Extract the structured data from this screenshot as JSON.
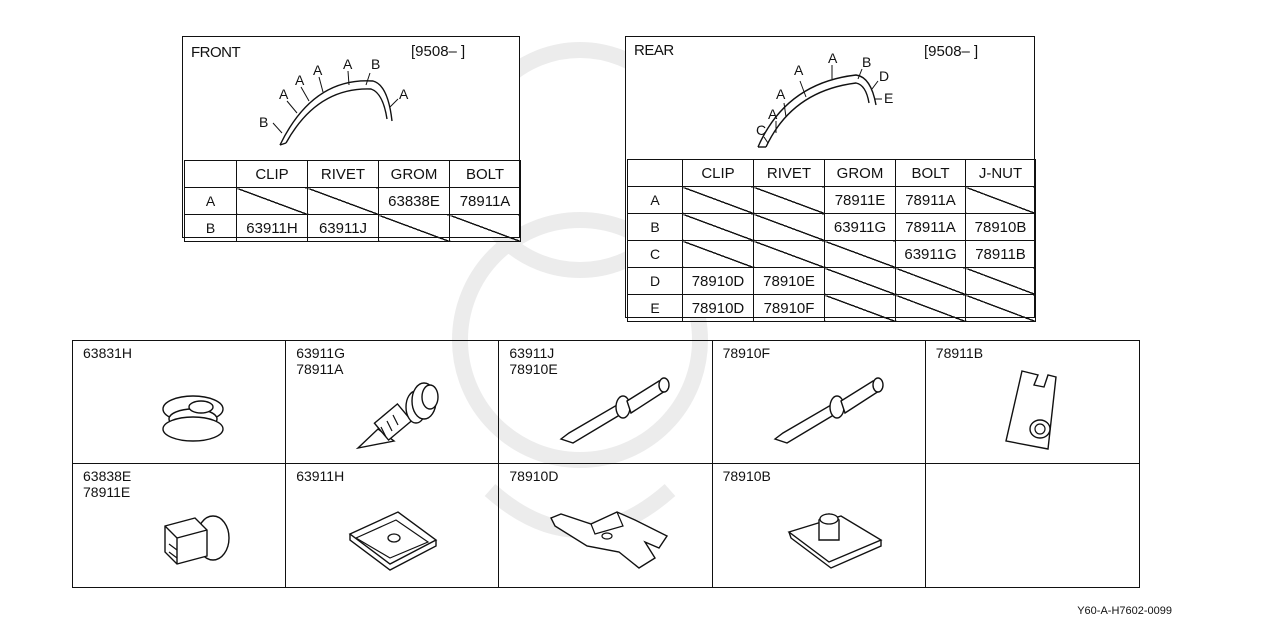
{
  "front": {
    "title": "FRONT",
    "date": "[9508–       ]",
    "columns": [
      "",
      "CLIP",
      "RIVET",
      "GROM",
      "BOLT"
    ],
    "rows": [
      {
        "label": "A",
        "cells": [
          null,
          null,
          "63838E",
          "78911A"
        ]
      },
      {
        "label": "B",
        "cells": [
          "63911H",
          "63911J",
          null,
          null
        ]
      }
    ],
    "callouts": [
      "B",
      "A",
      "A",
      "A",
      "A",
      "B",
      "A"
    ]
  },
  "rear": {
    "title": "REAR",
    "date": "[9508–       ]",
    "columns": [
      "",
      "CLIP",
      "RIVET",
      "GROM",
      "BOLT",
      "J-NUT"
    ],
    "rows": [
      {
        "label": "A",
        "cells": [
          null,
          null,
          "78911E",
          "78911A",
          null
        ]
      },
      {
        "label": "B",
        "cells": [
          null,
          null,
          "63911G",
          "78911A",
          "78910B"
        ]
      },
      {
        "label": "C",
        "cells": [
          null,
          null,
          null,
          "63911G",
          "78911B"
        ]
      },
      {
        "label": "D",
        "cells": [
          "78910D",
          "78910E",
          null,
          null,
          null
        ]
      },
      {
        "label": "E",
        "cells": [
          "78910D",
          "78910F",
          null,
          null,
          null
        ]
      }
    ],
    "callouts": [
      "C",
      "A",
      "A",
      "A",
      "A",
      "B",
      "D",
      "E"
    ]
  },
  "parts": [
    {
      "numbers": [
        "63831H"
      ],
      "icon": "grommet-icon"
    },
    {
      "numbers": [
        "63911G",
        "78911A"
      ],
      "icon": "screw-bolt-icon"
    },
    {
      "numbers": [
        "63911J",
        "78910E"
      ],
      "icon": "rivet-icon"
    },
    {
      "numbers": [
        "78910F"
      ],
      "icon": "rivet-icon"
    },
    {
      "numbers": [
        "78911B"
      ],
      "icon": "j-nut-icon"
    },
    {
      "numbers": [
        "63838E",
        "78911E"
      ],
      "icon": "grommet-clip-icon"
    },
    {
      "numbers": [
        "63911H"
      ],
      "icon": "flat-clip-icon"
    },
    {
      "numbers": [
        "78910D"
      ],
      "icon": "bracket-clip-icon"
    },
    {
      "numbers": [
        "78910B"
      ],
      "icon": "cap-nut-icon"
    },
    {
      "numbers": [],
      "icon": ""
    }
  ],
  "footer": "Y60-A-H7602-0099"
}
